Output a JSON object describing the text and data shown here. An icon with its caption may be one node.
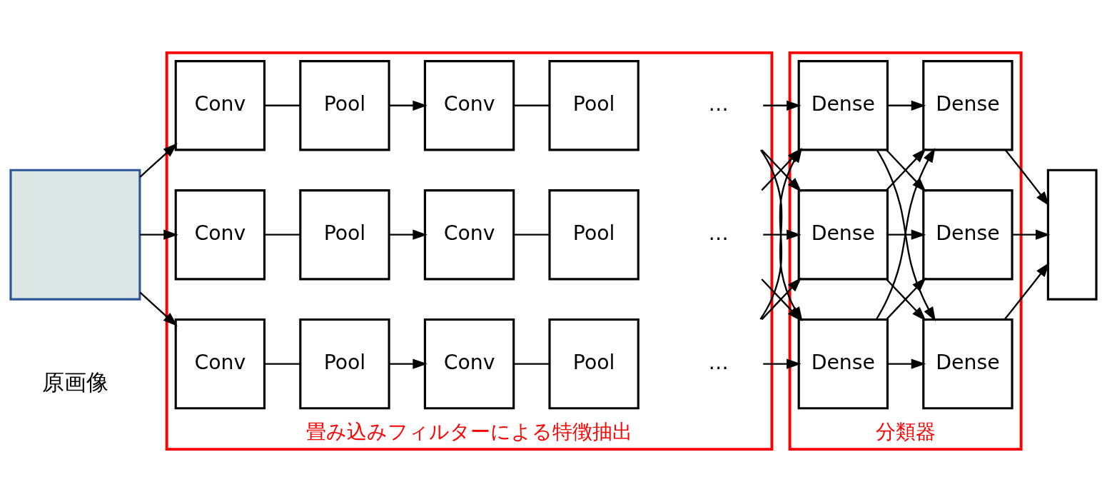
{
  "diagram": {
    "nodes": [
      {
        "text": [],
        "shape": "box",
        "beside": [
          "原画像"
        ]
      },
      {
        "text": [
          "畳み込みフィルターによる特徴抽出"
        ]
      },
      {
        "text": [
          "Conv"
        ],
        "in": 1
      },
      {
        "text": [
          "Pool"
        ],
        "in": 1
      },
      {
        "text": [
          "Conv"
        ],
        "in": 1
      },
      {
        "text": [
          "Pool"
        ],
        "in": 1
      },
      {
        "text": [
          "…"
        ],
        "in": 1
      },
      {
        "text": [
          "Conv"
        ],
        "in": 1
      },
      {
        "text": [
          "Pool"
        ],
        "in": 1
      },
      {
        "text": [
          "Conv"
        ],
        "in": 1
      },
      {
        "text": [
          "Pool"
        ],
        "in": 1
      },
      {
        "text": [
          "…"
        ],
        "in": 1
      },
      {
        "text": [
          "Conv"
        ],
        "in": 1
      },
      {
        "text": [
          "Pool"
        ],
        "in": 1
      },
      {
        "text": [
          "Conv"
        ],
        "in": 1
      },
      {
        "text": [
          "Pool"
        ],
        "in": 1
      },
      {
        "text": [
          "…"
        ],
        "in": 1
      },
      {
        "text": [
          "分類器"
        ]
      },
      {
        "text": [
          "Dense"
        ],
        "in": 17
      },
      {
        "text": [
          "Dense"
        ],
        "in": 17
      },
      {
        "text": [
          "Dense"
        ],
        "in": 17
      },
      {
        "text": [
          "Dense"
        ],
        "in": 17
      },
      {
        "text": [
          "Dense"
        ],
        "in": 17
      },
      {
        "text": [
          "Dense"
        ],
        "in": 17
      },
      {
        "text": [],
        "shape": "box"
      }
    ],
    "edges": [
      {
        "from": 0,
        "to": 2,
        "arrow": "to"
      },
      {
        "from": 0,
        "to": 7,
        "arrow": "to"
      },
      {
        "from": 0,
        "to": 12,
        "arrow": "to"
      },
      {
        "from": 2,
        "to": 3,
        "arrow": "none"
      },
      {
        "from": 3,
        "to": 4,
        "arrow": "to"
      },
      {
        "from": 4,
        "to": 5,
        "arrow": "none"
      },
      {
        "from": 7,
        "to": 8,
        "arrow": "none"
      },
      {
        "from": 8,
        "to": 9,
        "arrow": "to"
      },
      {
        "from": 9,
        "to": 10,
        "arrow": "none"
      },
      {
        "from": 12,
        "to": 13,
        "arrow": "none"
      },
      {
        "from": 13,
        "to": 14,
        "arrow": "to"
      },
      {
        "from": 14,
        "to": 15,
        "arrow": "none"
      },
      {
        "from": 6,
        "to": 18,
        "arrow": "to"
      },
      {
        "from": 6,
        "to": 19,
        "arrow": "to"
      },
      {
        "from": 6,
        "to": 20,
        "arrow": "to"
      },
      {
        "from": 11,
        "to": 18,
        "arrow": "to"
      },
      {
        "from": 11,
        "to": 19,
        "arrow": "to"
      },
      {
        "from": 11,
        "to": 20,
        "arrow": "to"
      },
      {
        "from": 16,
        "to": 18,
        "arrow": "to"
      },
      {
        "from": 16,
        "to": 19,
        "arrow": "to"
      },
      {
        "from": 16,
        "to": 20,
        "arrow": "to"
      },
      {
        "from": 18,
        "to": 21,
        "arrow": "to"
      },
      {
        "from": 18,
        "to": 22,
        "arrow": "to"
      },
      {
        "from": 18,
        "to": 23,
        "arrow": "to"
      },
      {
        "from": 19,
        "to": 21,
        "arrow": "to"
      },
      {
        "from": 19,
        "to": 22,
        "arrow": "to"
      },
      {
        "from": 19,
        "to": 23,
        "arrow": "to"
      },
      {
        "from": 20,
        "to": 21,
        "arrow": "to"
      },
      {
        "from": 20,
        "to": 22,
        "arrow": "to"
      },
      {
        "from": 20,
        "to": 23,
        "arrow": "to"
      },
      {
        "from": 21,
        "to": 24,
        "arrow": "to"
      },
      {
        "from": 22,
        "to": 24,
        "arrow": "to"
      },
      {
        "from": 23,
        "to": 24,
        "arrow": "to"
      }
    ]
  }
}
